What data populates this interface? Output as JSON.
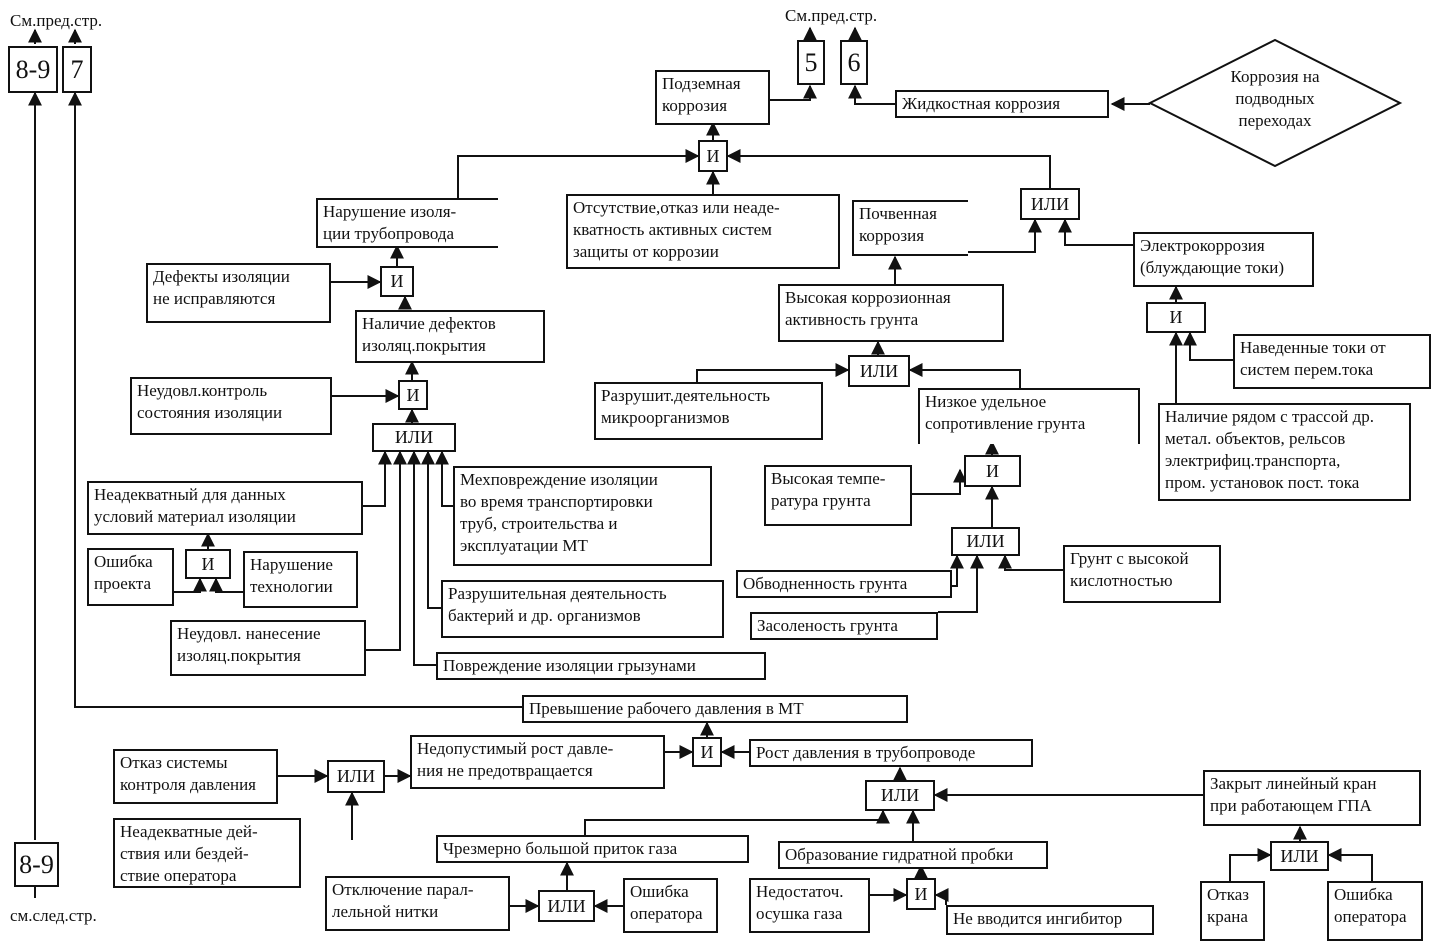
{
  "refs": {
    "prev_left": "См.пред.стр.",
    "prev_top": "См.пред.стр.",
    "next": "см.след.стр."
  },
  "connectors": {
    "c89_top": "8-9",
    "c7": "7",
    "c5": "5",
    "c6": "6",
    "c89_bottom": "8-9"
  },
  "gates": {
    "and_label": "И",
    "or_label": "ИЛИ"
  },
  "nodes": {
    "underground_corrosion": "Подземная\nкоррозия",
    "liquid_corrosion": "Жидкостная коррозия",
    "underwater_corrosion": "Коррозия на\nподводных\nпереходах",
    "insulation_violation": "Нарушение изоля-\nции трубопровода",
    "active_protection": "Отсутствие,отказ или неаде-\nкватность активных систем\nзащиты от коррозии",
    "soil_corrosion": "Почвенная\nкоррозия",
    "electrocorrosion": "Электрокоррозия\n(блуждающие токи)",
    "defects_not_fixed": "Дефекты изоляции\nне исправляются",
    "defects_present": "Наличие дефектов\nизоляц.покрытия",
    "high_soil_activity": "Высокая коррозионная\nактивность грунта",
    "poor_control": "Неудовл.контроль\nсостояния изоляции",
    "microorganisms": "Разрушит.деятельность\nмикроорганизмов",
    "induced_currents": "Наведенные токи от\nсистем перем.тока",
    "low_resistivity": "Низкое удельное\nсопротивление грунта",
    "metal_objects": "Наличие рядом с трассой др.\nметал. объектов, рельсов\nэлектрифиц.транспорта,\nпром. установок пост. тока",
    "inadequate_material": "Неадекватный для данных\nусловий материал изоляции",
    "mech_damage": "Мехповреждение изоляции\nво время транспортировки\nтруб,  строительства и\nэксплуатации МТ",
    "high_temperature": "Высокая темпе-\nратура грунта",
    "design_error": "Ошибка\nпроекта",
    "tech_violation": "Нарушение\nтехнологии",
    "soil_watering": "Обводненность грунта",
    "acid_soil": "Грунт с высокой\nкислотностью",
    "bacteria": "Разрушительная деятельность\nбактерий и др. организмов",
    "poor_application": "Неудовл. нанесение\nизоляц.покрытия",
    "salinity": "Засоленость грунта",
    "rodents": "Повреждение изоляции грызунами",
    "overpressure": "Превышение рабочего давления в МТ",
    "pressure_control_failure": "Отказ системы\nконтроля давления",
    "growth_not_prevented": "Недопустимый рост давле-\nния не предотвращается",
    "pressure_growth": "Рост давления в трубопроводе",
    "valve_closed": "Закрыт линейный кран\nпри работающем ГПА",
    "operator_inaction": "Неадекватные дей-\nствия или бездей-\nствие оператора",
    "excess_gas_inflow": "Чрезмерно большой приток газа",
    "hydrate_plug": "Образование гидратной пробки",
    "parallel_line_off": "Отключение парал-\nлельной нитки",
    "operator_error_1": "Ошибка\nоператора",
    "insufficient_drying": "Недостаточ.\nосушка газа",
    "no_inhibitor": "Не вводится ингибитор",
    "valve_failure": "Отказ\nкрана",
    "operator_error_2": "Ошибка\nоператора"
  },
  "colors": {
    "line": "#111111",
    "background": "#ffffff"
  }
}
